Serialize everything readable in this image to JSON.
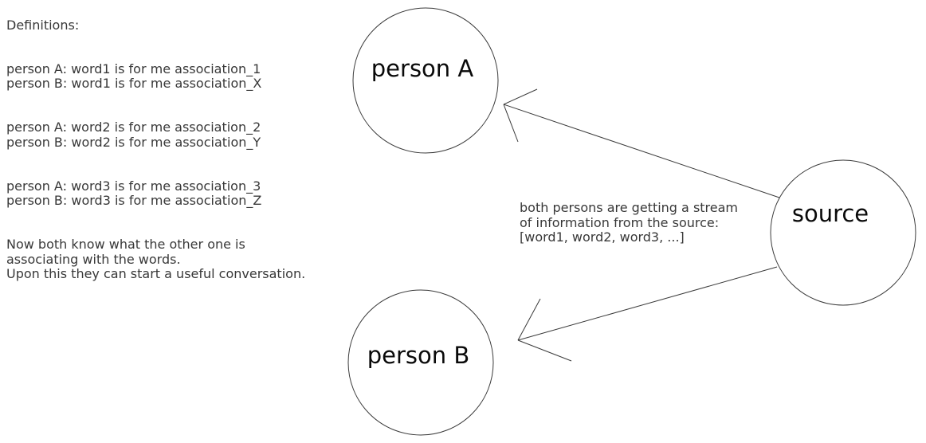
{
  "background": "#ffffff",
  "colors": {
    "stroke": "#3a3a3a",
    "body_text": "#383838",
    "node_label_text": "#0a0a0a"
  },
  "left_panel": {
    "heading": "Definitions:",
    "definitions": [
      "person A: word1 is for me association_1\nperson B: word1 is for me association_X",
      "person A: word2 is for me association_2\nperson B: word2 is for me association_Y",
      "person A: word3 is for me association_3\nperson B: word3 is for me association_Z"
    ],
    "note": "Now both know what the other one is\nassociating with the words.\nUpon this they can start a useful conversation."
  },
  "diagram": {
    "nodes": {
      "person_a": {
        "label": "person A"
      },
      "person_b": {
        "label": "person B"
      },
      "source": {
        "label": "source"
      }
    },
    "annotation": "both persons are getting a stream\nof information from the source:\n[word1, word2, word3, ...]"
  }
}
